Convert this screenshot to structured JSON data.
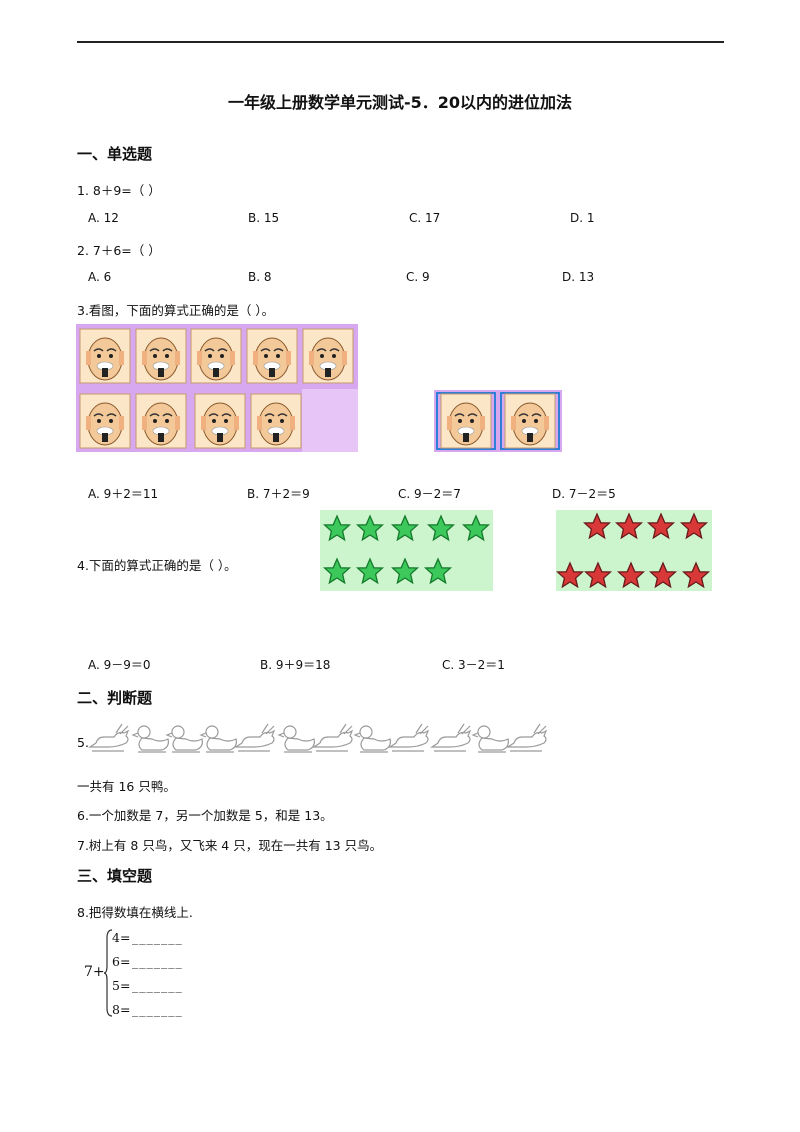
{
  "title": "一年级上册数学单元测试-5．20以内的进位加法",
  "sections": {
    "s1": "一、单选题",
    "s2": "二、判断题",
    "s3": "三、填空题"
  },
  "q1": {
    "text": "1.   8＋9=（     ）",
    "options": [
      "A. 12",
      "B. 15",
      "C. 17",
      "D. 1"
    ]
  },
  "q2": {
    "text": "2.   7＋6=（     ）",
    "options": [
      "A.  6",
      "B. 8",
      "C. 9",
      "D. 13"
    ]
  },
  "q3": {
    "text": "3.看图，下面的算式正确的是（          ）。",
    "options": [
      "A. 9＋2＝11",
      "B. 7＋2＝9",
      "C. 9－2＝7",
      "D. 7－2＝5"
    ]
  },
  "q4": {
    "text": "4.下面的算式正确的是（            ）。",
    "options": [
      "A. 9－9＝0",
      "B. 9＋9＝18",
      "C. 3－2＝1"
    ]
  },
  "q5": {
    "num": "5.",
    "text": "一共有 16 只鸭。"
  },
  "q6": {
    "text": "6.一个加数是 7，另一个加数是 5，和是 13。"
  },
  "q7": {
    "text": "7.树上有 8 只鸟，又飞来 4 只，现在一共有 13 只鸟。"
  },
  "q8": {
    "text": "8.把得数填在横线上.",
    "prefix": "7+",
    "rows": [
      "4=",
      "6=",
      "5=",
      "8="
    ],
    "blank": "_______"
  },
  "colors": {
    "purple_bg": "#d7a8f0",
    "green_bg": "#cdf5cd",
    "green_star": "#3cc85a",
    "red_star": "#d83838",
    "blue_frame": "#2f7fd6"
  }
}
